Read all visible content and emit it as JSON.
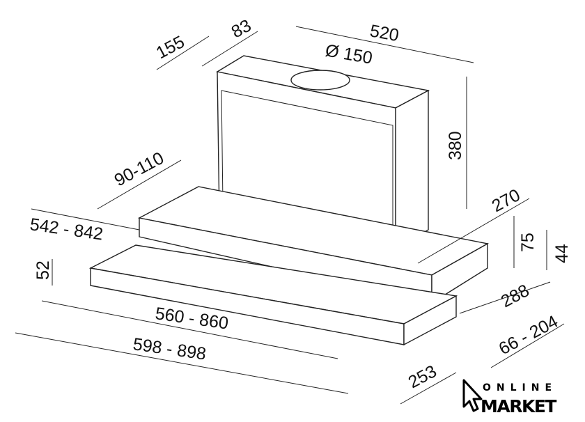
{
  "dimensions": {
    "d155": "155",
    "d83": "83",
    "d520": "520",
    "d150": "Ø 150",
    "d380": "380",
    "d90_110": "90-110",
    "d270": "270",
    "d542_842": "542 - 842",
    "d75": "75",
    "d44": "44",
    "d52": "52",
    "d288": "288",
    "d560_860": "560 - 860",
    "d66_204": "66 - 204",
    "d598_898": "598 - 898",
    "d253": "253"
  },
  "logo": {
    "top": "ONLINE",
    "bottom": "MARKET"
  }
}
